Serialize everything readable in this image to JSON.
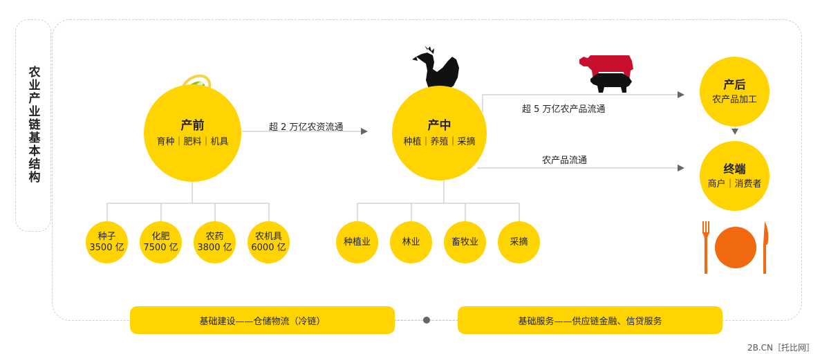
{
  "side_title": "农业产业链基本结构",
  "pre": {
    "title": "产前",
    "sub": "育种｜肥料｜机具"
  },
  "mid": {
    "title": "产中",
    "sub": "种植｜养殖｜采摘"
  },
  "post": {
    "title": "产后",
    "sub": "农产品加工"
  },
  "terminal": {
    "title": "终端",
    "sub": "商户｜消费者"
  },
  "flow_labels": {
    "pre_to_mid": "超 2 万亿农资流通",
    "mid_to_post": "超 5 万亿农产品流通",
    "mid_to_terminal": "农产品流通"
  },
  "pre_children": [
    {
      "name": "种子",
      "value": "3500 亿"
    },
    {
      "name": "化肥",
      "value": "7500 亿"
    },
    {
      "name": "农药",
      "value": "3800 亿"
    },
    {
      "name": "农机具",
      "value": "6000 亿"
    }
  ],
  "mid_children": [
    "种植业",
    "林业",
    "畜牧业",
    "采摘"
  ],
  "bottom_pills": {
    "left": "基础建设——仓储物流（冷链）",
    "right": "基础服务——供应链金融、信贷服务"
  },
  "icons": [
    "seed-capsule-icon",
    "rooster-icon",
    "cow-icon",
    "pig-icon",
    "plate-cutlery-icon"
  ],
  "colors": {
    "accent": "#ffd400",
    "plate": "#f26a10",
    "cow": "#c8102e",
    "line": "#bdbdbd"
  },
  "watermark": "2B.CN［托比网］"
}
